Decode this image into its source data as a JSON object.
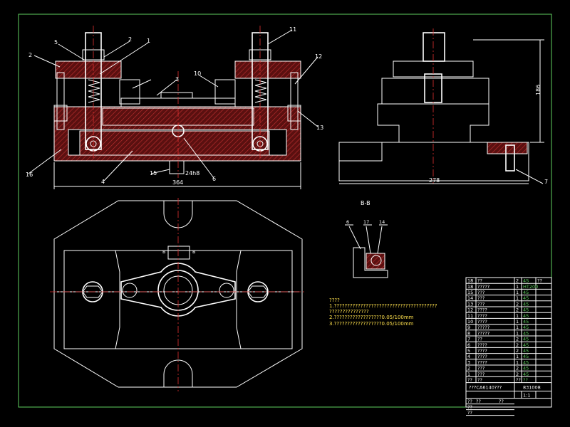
{
  "front_view": {
    "callouts": [
      "5",
      "2",
      "1",
      "2",
      "3",
      "10",
      "11",
      "12",
      "13",
      "16",
      "4",
      "15",
      "6"
    ],
    "fit_label": "24h8",
    "width_dim": "364"
  },
  "side_view": {
    "height_dim": "186",
    "width_dim": "278",
    "callout": "7"
  },
  "section": {
    "title": "B-B",
    "callouts": [
      "6",
      "17",
      "14"
    ]
  },
  "plan_view": {
    "section_mark": "B"
  },
  "notes": {
    "title": "????",
    "lines": [
      "1.???????????????????????????????????????",
      "   ???????????????",
      "2.??????????????????0.05/100mm",
      "3.??????????????????0.05/100mm"
    ]
  },
  "title_block": {
    "header": [
      "18",
      "??",
      "2",
      "4S",
      "??"
    ],
    "rows": [
      [
        "18",
        "?????",
        "1",
        "HT200",
        ""
      ],
      [
        "15",
        "???",
        "1",
        "45",
        ""
      ],
      [
        "14",
        "???",
        "1",
        "45",
        ""
      ],
      [
        "13",
        "???",
        "2",
        "45",
        ""
      ],
      [
        "12",
        "????",
        "2",
        "45",
        ""
      ],
      [
        "11",
        "????",
        "1",
        "45",
        ""
      ],
      [
        "10",
        "????",
        "1",
        "45",
        ""
      ],
      [
        "9",
        "?????",
        "1",
        "45",
        ""
      ],
      [
        "8",
        "?????",
        "1",
        "45",
        ""
      ],
      [
        "7",
        "??",
        "2",
        "45",
        ""
      ],
      [
        "6",
        "????",
        "2",
        "45",
        ""
      ],
      [
        "5",
        "????",
        "2",
        "45",
        ""
      ],
      [
        "4",
        "????",
        "1",
        "45",
        ""
      ],
      [
        "3",
        "????",
        "1",
        "45",
        ""
      ],
      [
        "2",
        "???",
        "2",
        "45",
        ""
      ],
      [
        "1",
        "???",
        "2",
        "45",
        ""
      ],
      [
        "??",
        "??",
        "??",
        "??",
        ""
      ]
    ],
    "drawing_name": "???CA6140???",
    "scale": "1:1",
    "drawing_no": "831008",
    "footer_rows": [
      [
        "??",
        "??",
        "??"
      ],
      [
        "??",
        "",
        ""
      ],
      [
        "??",
        "",
        ""
      ]
    ]
  }
}
